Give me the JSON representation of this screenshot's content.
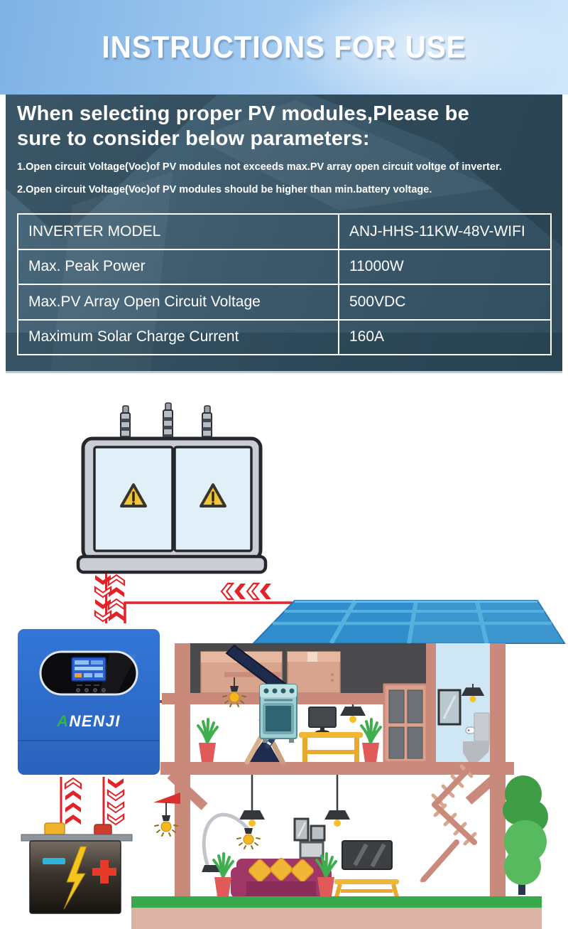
{
  "header": {
    "title": "INSTRUCTIONS FOR USE"
  },
  "intro": {
    "heading_line1": "When selecting proper PV modules,Please be",
    "heading_line2": "sure to consider below parameters:",
    "notes": [
      "1.Open circuit Voltage(Voc)of PV modules not exceeds max.PV array open circuit voltge of inverter.",
      "2.Open circuit Voltage(Voc)of PV modules should be higher than min.battery voltage."
    ]
  },
  "spec_table": {
    "rows": [
      {
        "label": "INVERTER MODEL",
        "value": "ANJ-HHS-11KW-48V-WIFI"
      },
      {
        "label": "Max. Peak Power",
        "value": "11000W"
      },
      {
        "label": "Max.PV Array Open Circuit Voltage",
        "value": "500VDC"
      },
      {
        "label": "Maximum Solar Charge Current",
        "value": "160A"
      }
    ]
  },
  "diagram": {
    "inverter_brand": "ANENJI",
    "icons": [
      "warning-triangle-icon",
      "lightning-bolt-icon",
      "plus-icon",
      "minus-icon",
      "flow-chevron-icon"
    ],
    "colors": {
      "flow_arrow_red": "#e0242a",
      "inverter_blue": "#2e6fd0",
      "brand_green": "#35b24a",
      "roof_blue": "#2f8ecb",
      "house_frame_salmon": "#c9897b",
      "warning_yellow": "#f0c43a",
      "grass_green": "#3aa94b",
      "ground_tan": "#dcb2a4"
    }
  }
}
